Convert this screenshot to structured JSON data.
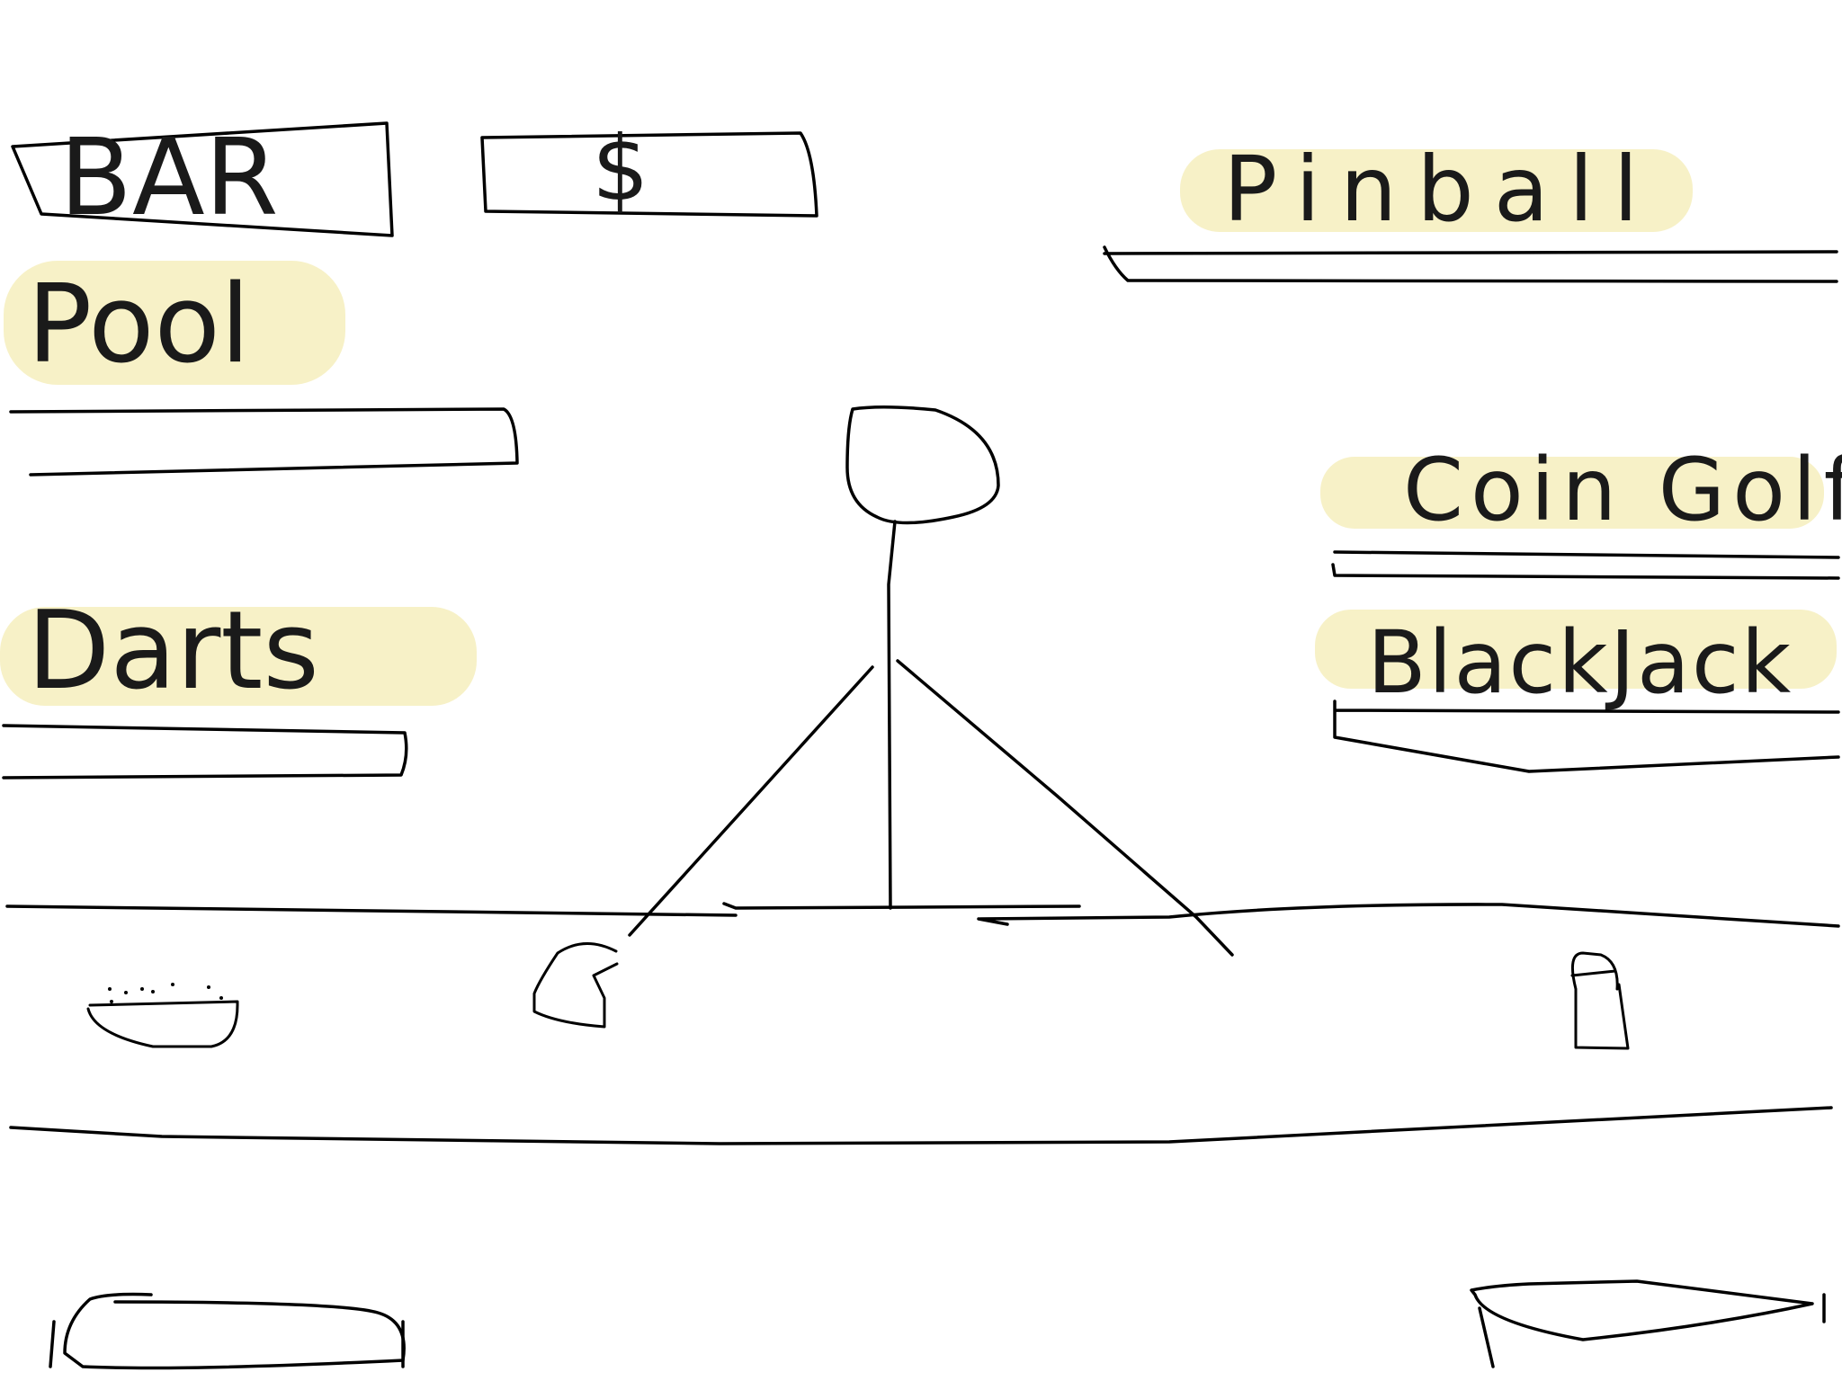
{
  "header": {
    "bar_label": "BAR",
    "money_label": "$"
  },
  "games": {
    "pool": "Pool",
    "darts": "Darts",
    "pinball": "Pinball",
    "coin_golf": "Coin Golf",
    "blackjack": "BlackJack"
  },
  "colors": {
    "highlight": "#f6eebd",
    "ink": "#000000",
    "background": "#ffffff"
  },
  "icons": {
    "bartender": "stick-figure-icon",
    "snack_bowl": "bowl-icon",
    "glass": "glass-icon",
    "cup": "cup-icon",
    "left_stool": "stool-icon",
    "right_stool": "stool-icon"
  }
}
